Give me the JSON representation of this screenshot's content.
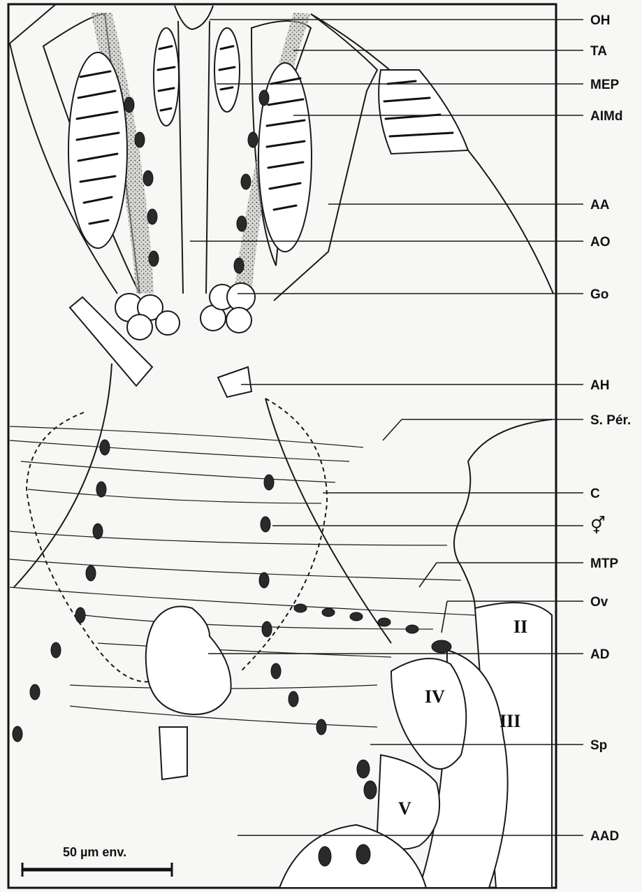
{
  "labels": [
    {
      "id": "oh",
      "text": "OH"
    },
    {
      "id": "ta",
      "text": "TA"
    },
    {
      "id": "mep",
      "text": "MEP"
    },
    {
      "id": "aimd",
      "text": "AIMd"
    },
    {
      "id": "aa",
      "text": "AA"
    },
    {
      "id": "ao",
      "text": "AO"
    },
    {
      "id": "go",
      "text": "Go"
    },
    {
      "id": "ah",
      "text": "AH"
    },
    {
      "id": "sper",
      "text": "S. Pér."
    },
    {
      "id": "c",
      "text": "C"
    },
    {
      "id": "herm",
      "text": "⚥"
    },
    {
      "id": "mtp",
      "text": "MTP"
    },
    {
      "id": "ov",
      "text": "Ov"
    },
    {
      "id": "ad",
      "text": "AD"
    },
    {
      "id": "sp",
      "text": "Sp"
    },
    {
      "id": "aad",
      "text": "AAD"
    }
  ],
  "compartments": {
    "ii": "II",
    "iii": "III",
    "iv": "IV",
    "v": "V"
  },
  "scale_bar": {
    "text": "50 µm env."
  }
}
